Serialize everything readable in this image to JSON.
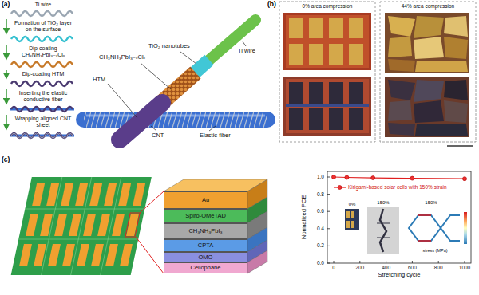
{
  "diagram": {
    "nodes": [
      {
        "text": [
          "Au"
        ]
      },
      {
        "text": [
          "Spiro-OMeTAD"
        ]
      },
      {
        "text": [
          "CH₃NH₃PbI₃"
        ]
      },
      {
        "text": [
          "CPTA"
        ]
      },
      {
        "text": [
          "OMO"
        ]
      },
      {
        "text": [
          "Cellophane"
        ]
      }
    ],
    "labels": [
      "(a)",
      "Ti wire",
      "Formation of TiO₂ layer on the surface",
      "Dip-coating CH₃NH₃PbI₃₋ₓClₓ",
      "Dip-coating HTM",
      "Inserting the elastic conductive fiber",
      "Wrapping aligned CNT sheet",
      "Ti wire",
      "TiO₂ nanotubes",
      "CH₃NH₃PbI₃₋ₓClₓ",
      "HTM",
      "CNT",
      "Elastic fiber",
      "(b)",
      "0% area compression",
      "44% area compression",
      "(c)",
      "Normalized PCE",
      "Stretching cycle",
      "0",
      "200",
      "400",
      "600",
      "800",
      "1000",
      "0.0",
      "0.2",
      "0.4",
      "0.6",
      "0.8",
      "1.0",
      "0%",
      "150%",
      "150%",
      "stress (MPa)"
    ],
    "legend": [
      {
        "text": "Kirigami-based solar cells with 150% strain"
      }
    ]
  }
}
